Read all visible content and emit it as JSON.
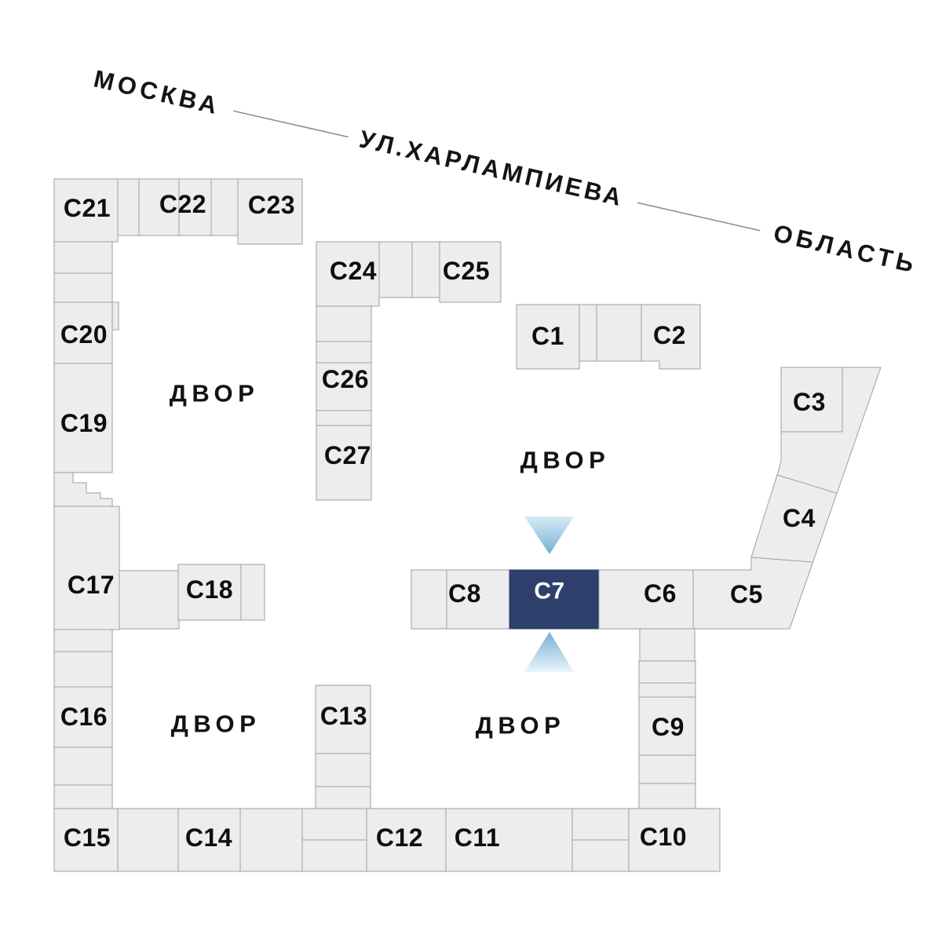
{
  "street": {
    "left_label": "МОСКВА",
    "name": "УЛ.ХАРЛАМПИЕВА",
    "right_label": "ОБЛАСТЬ"
  },
  "courtyard_label": "ДВОР",
  "selected_building": "C7",
  "buildings": [
    {
      "id": "c1",
      "label": "C1"
    },
    {
      "id": "c2",
      "label": "C2"
    },
    {
      "id": "c3",
      "label": "C3"
    },
    {
      "id": "c4",
      "label": "C4"
    },
    {
      "id": "c5",
      "label": "C5"
    },
    {
      "id": "c6",
      "label": "C6"
    },
    {
      "id": "c7",
      "label": "C7"
    },
    {
      "id": "c8",
      "label": "C8"
    },
    {
      "id": "c9",
      "label": "C9"
    },
    {
      "id": "c10",
      "label": "C10"
    },
    {
      "id": "c11",
      "label": "C11"
    },
    {
      "id": "c12",
      "label": "C12"
    },
    {
      "id": "c13",
      "label": "C13"
    },
    {
      "id": "c14",
      "label": "C14"
    },
    {
      "id": "c15",
      "label": "C15"
    },
    {
      "id": "c16",
      "label": "C16"
    },
    {
      "id": "c17",
      "label": "C17"
    },
    {
      "id": "c18",
      "label": "C18"
    },
    {
      "id": "c19",
      "label": "C19"
    },
    {
      "id": "c20",
      "label": "C20"
    },
    {
      "id": "c21",
      "label": "C21"
    },
    {
      "id": "c22",
      "label": "C22"
    },
    {
      "id": "c23",
      "label": "C23"
    },
    {
      "id": "c24",
      "label": "C24"
    },
    {
      "id": "c25",
      "label": "C25"
    },
    {
      "id": "c26",
      "label": "C26"
    },
    {
      "id": "c27",
      "label": "C27"
    }
  ],
  "colors": {
    "building_fill": "#ededed",
    "building_stroke": "#9e9e9e",
    "selected_fill": "#2e3f6c",
    "selected_text": "#ffffff",
    "arrow_deep": "#74b0d4",
    "arrow_light": "#d7ebf5",
    "arrow_fade": "#eaf5fb"
  }
}
